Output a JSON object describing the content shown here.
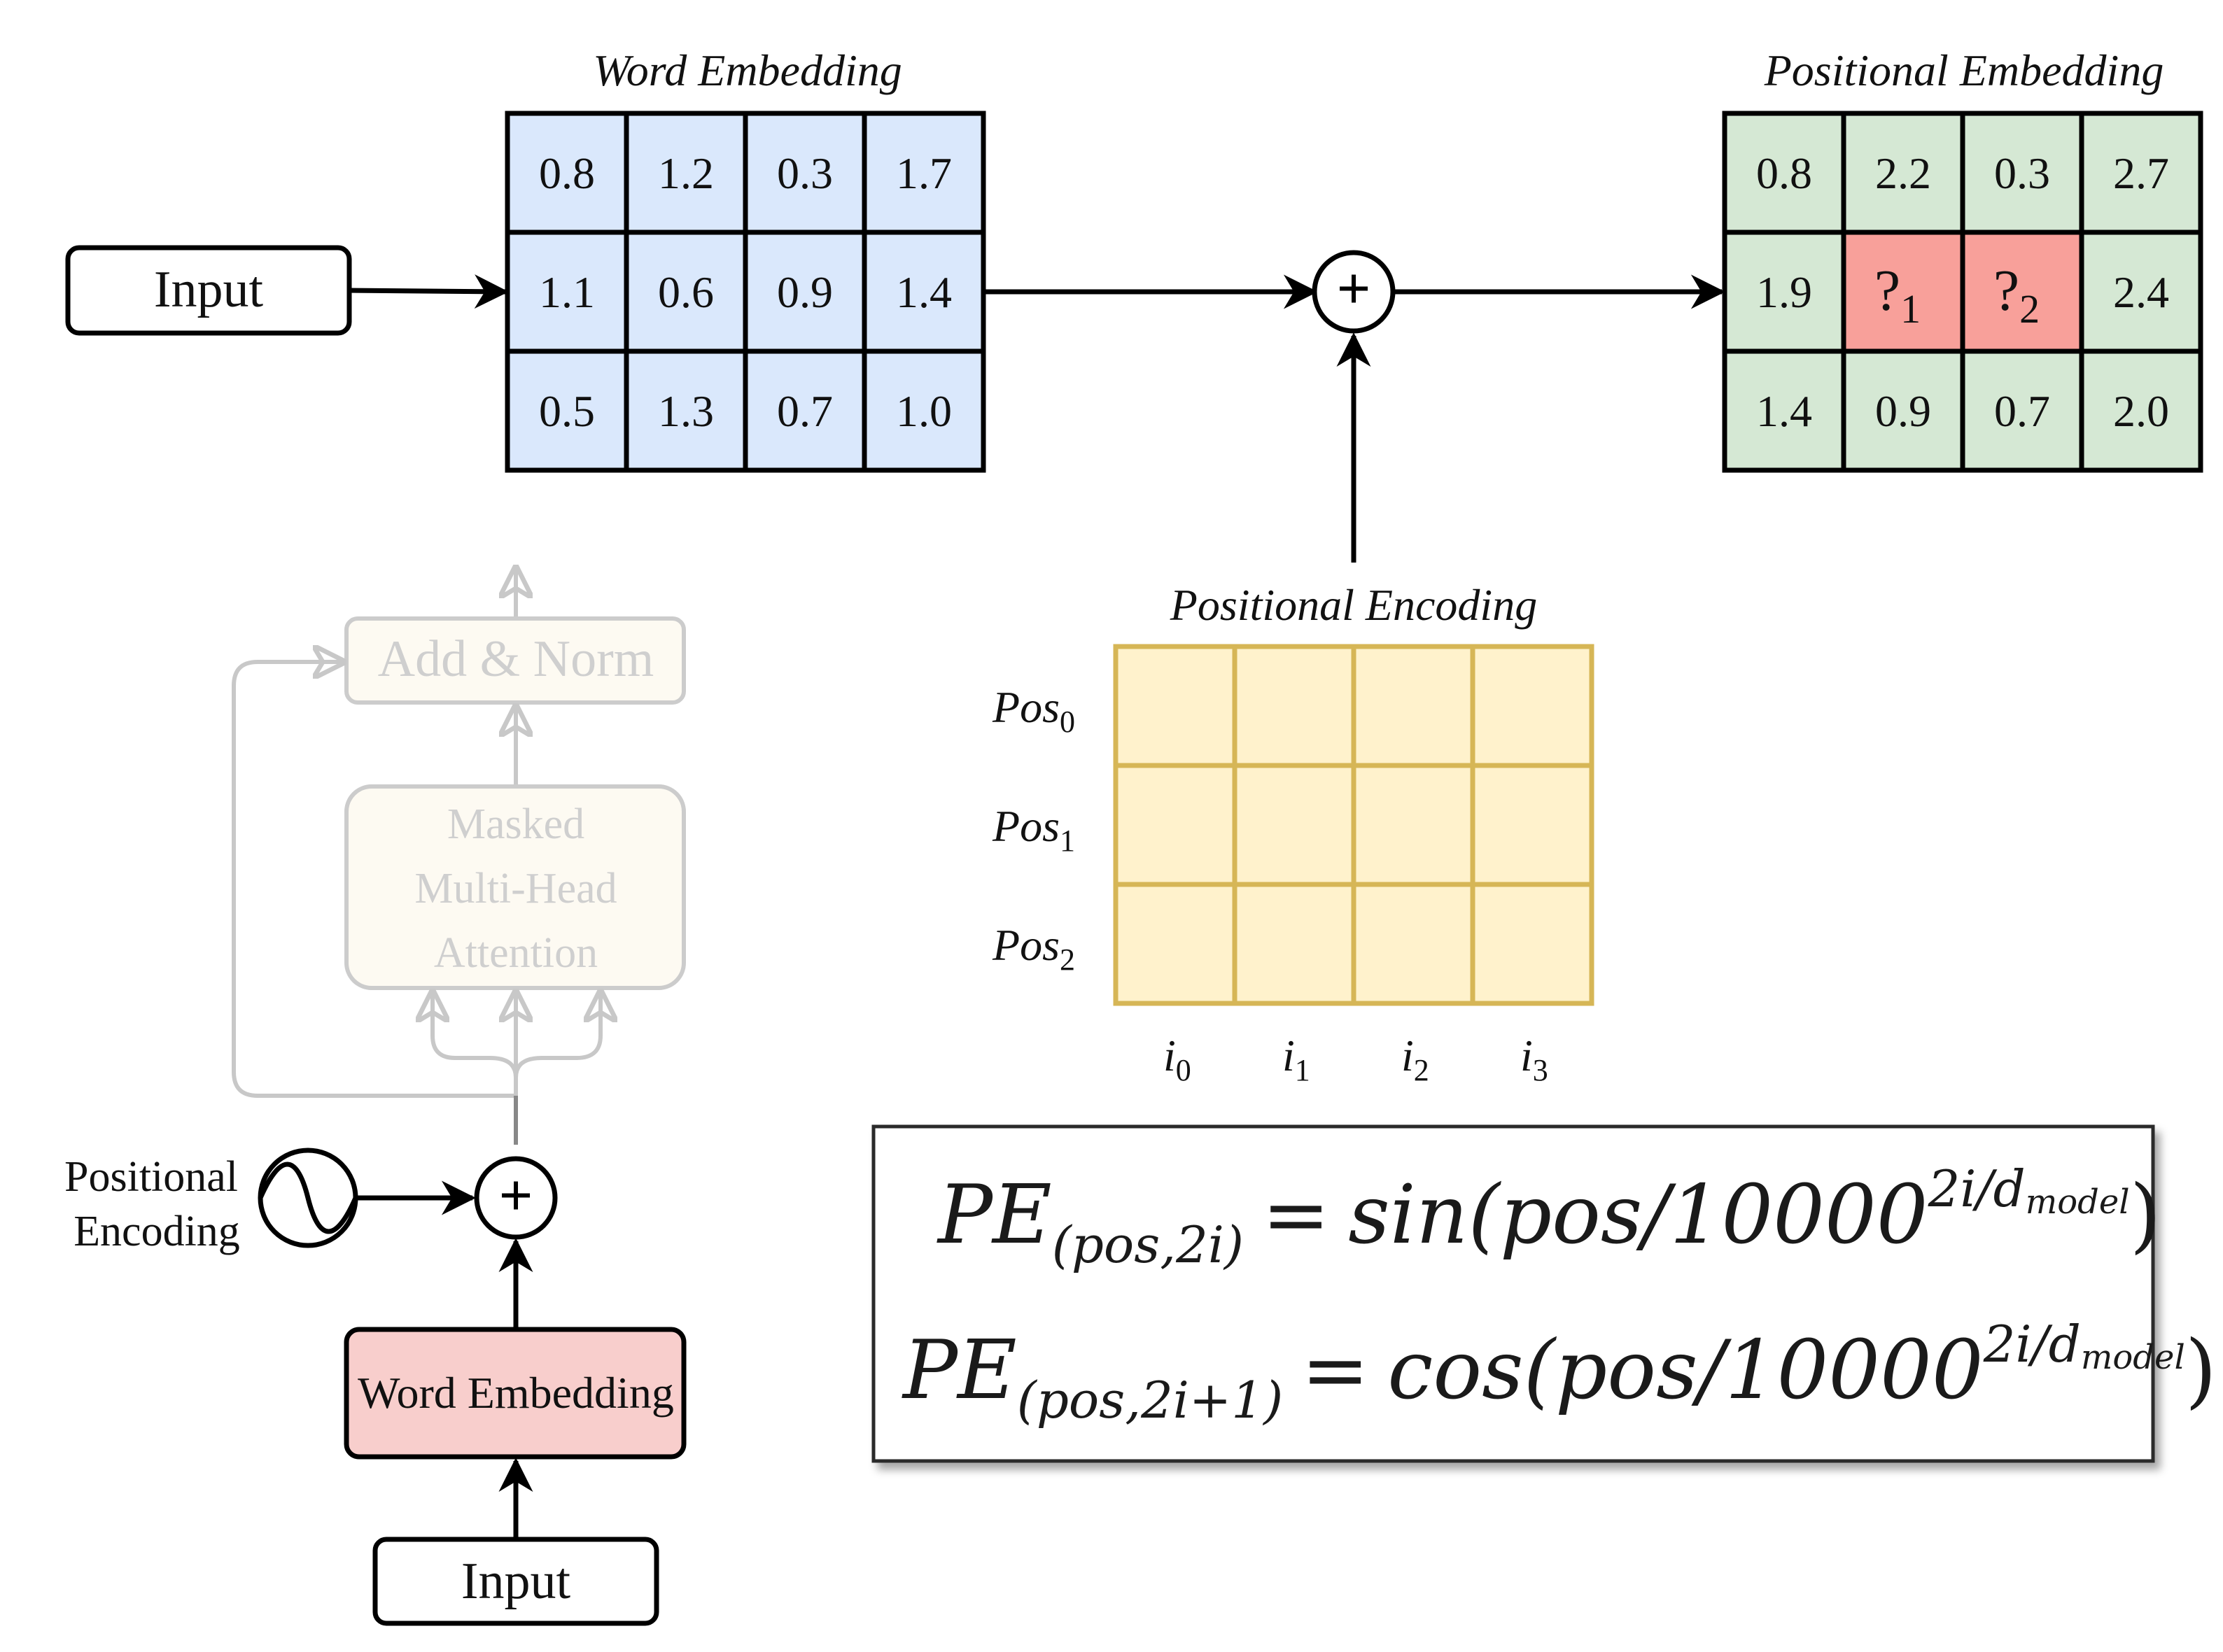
{
  "word_embedding": {
    "title": "Word Embedding",
    "rows": [
      [
        "0.8",
        "1.2",
        "0.3",
        "1.7"
      ],
      [
        "1.1",
        "0.6",
        "0.9",
        "1.4"
      ],
      [
        "0.5",
        "1.3",
        "0.7",
        "1.0"
      ]
    ],
    "fill": "#dae8fc"
  },
  "positional_embedding": {
    "title": "Positional Embedding",
    "rows": [
      [
        "0.8",
        "2.2",
        "0.3",
        "2.7"
      ],
      [
        "1.9",
        "?1",
        "?2",
        "2.4"
      ],
      [
        "1.4",
        "0.9",
        "0.7",
        "2.0"
      ]
    ],
    "unknown_1": {
      "mark": "?",
      "sub": "1"
    },
    "unknown_2": {
      "mark": "?",
      "sub": "2"
    },
    "fill": "#d5e8d4",
    "highlight_fill": "#f8a09a"
  },
  "positional_encoding": {
    "title": "Positional Encoding",
    "row_labels": [
      {
        "base": "Pos",
        "sub": "0"
      },
      {
        "base": "Pos",
        "sub": "1"
      },
      {
        "base": "Pos",
        "sub": "2"
      }
    ],
    "col_labels": [
      {
        "base": "i",
        "sub": "0"
      },
      {
        "base": "i",
        "sub": "1"
      },
      {
        "base": "i",
        "sub": "2"
      },
      {
        "base": "i",
        "sub": "3"
      }
    ],
    "fill": "#fff2cc",
    "stroke": "#d6b656"
  },
  "top_input_label": "Input",
  "add_symbol": "+",
  "decoder": {
    "add_norm_label": "Add & Norm",
    "attention_lines": [
      "Masked",
      "Multi-Head",
      "Attention"
    ],
    "pos_enc_lines": [
      "Positional",
      "Encoding"
    ],
    "word_embedding_label": "Word Embedding",
    "input_label": "Input",
    "word_embedding_fill": "#f8cecc"
  },
  "formulas": {
    "sin": {
      "lhs": "PE",
      "lhs_sub": "(pos,2i)",
      "eq": "=",
      "fn": "sin",
      "arg": "(pos/10000",
      "exp": "2i/d",
      "exp_sub": "model",
      "close": ")"
    },
    "cos": {
      "lhs": "PE",
      "lhs_sub": "(pos,2i+1)",
      "eq": "=",
      "fn": "cos",
      "arg": "(pos/10000",
      "exp": "2i/d",
      "exp_sub": "model",
      "close": ")"
    }
  }
}
